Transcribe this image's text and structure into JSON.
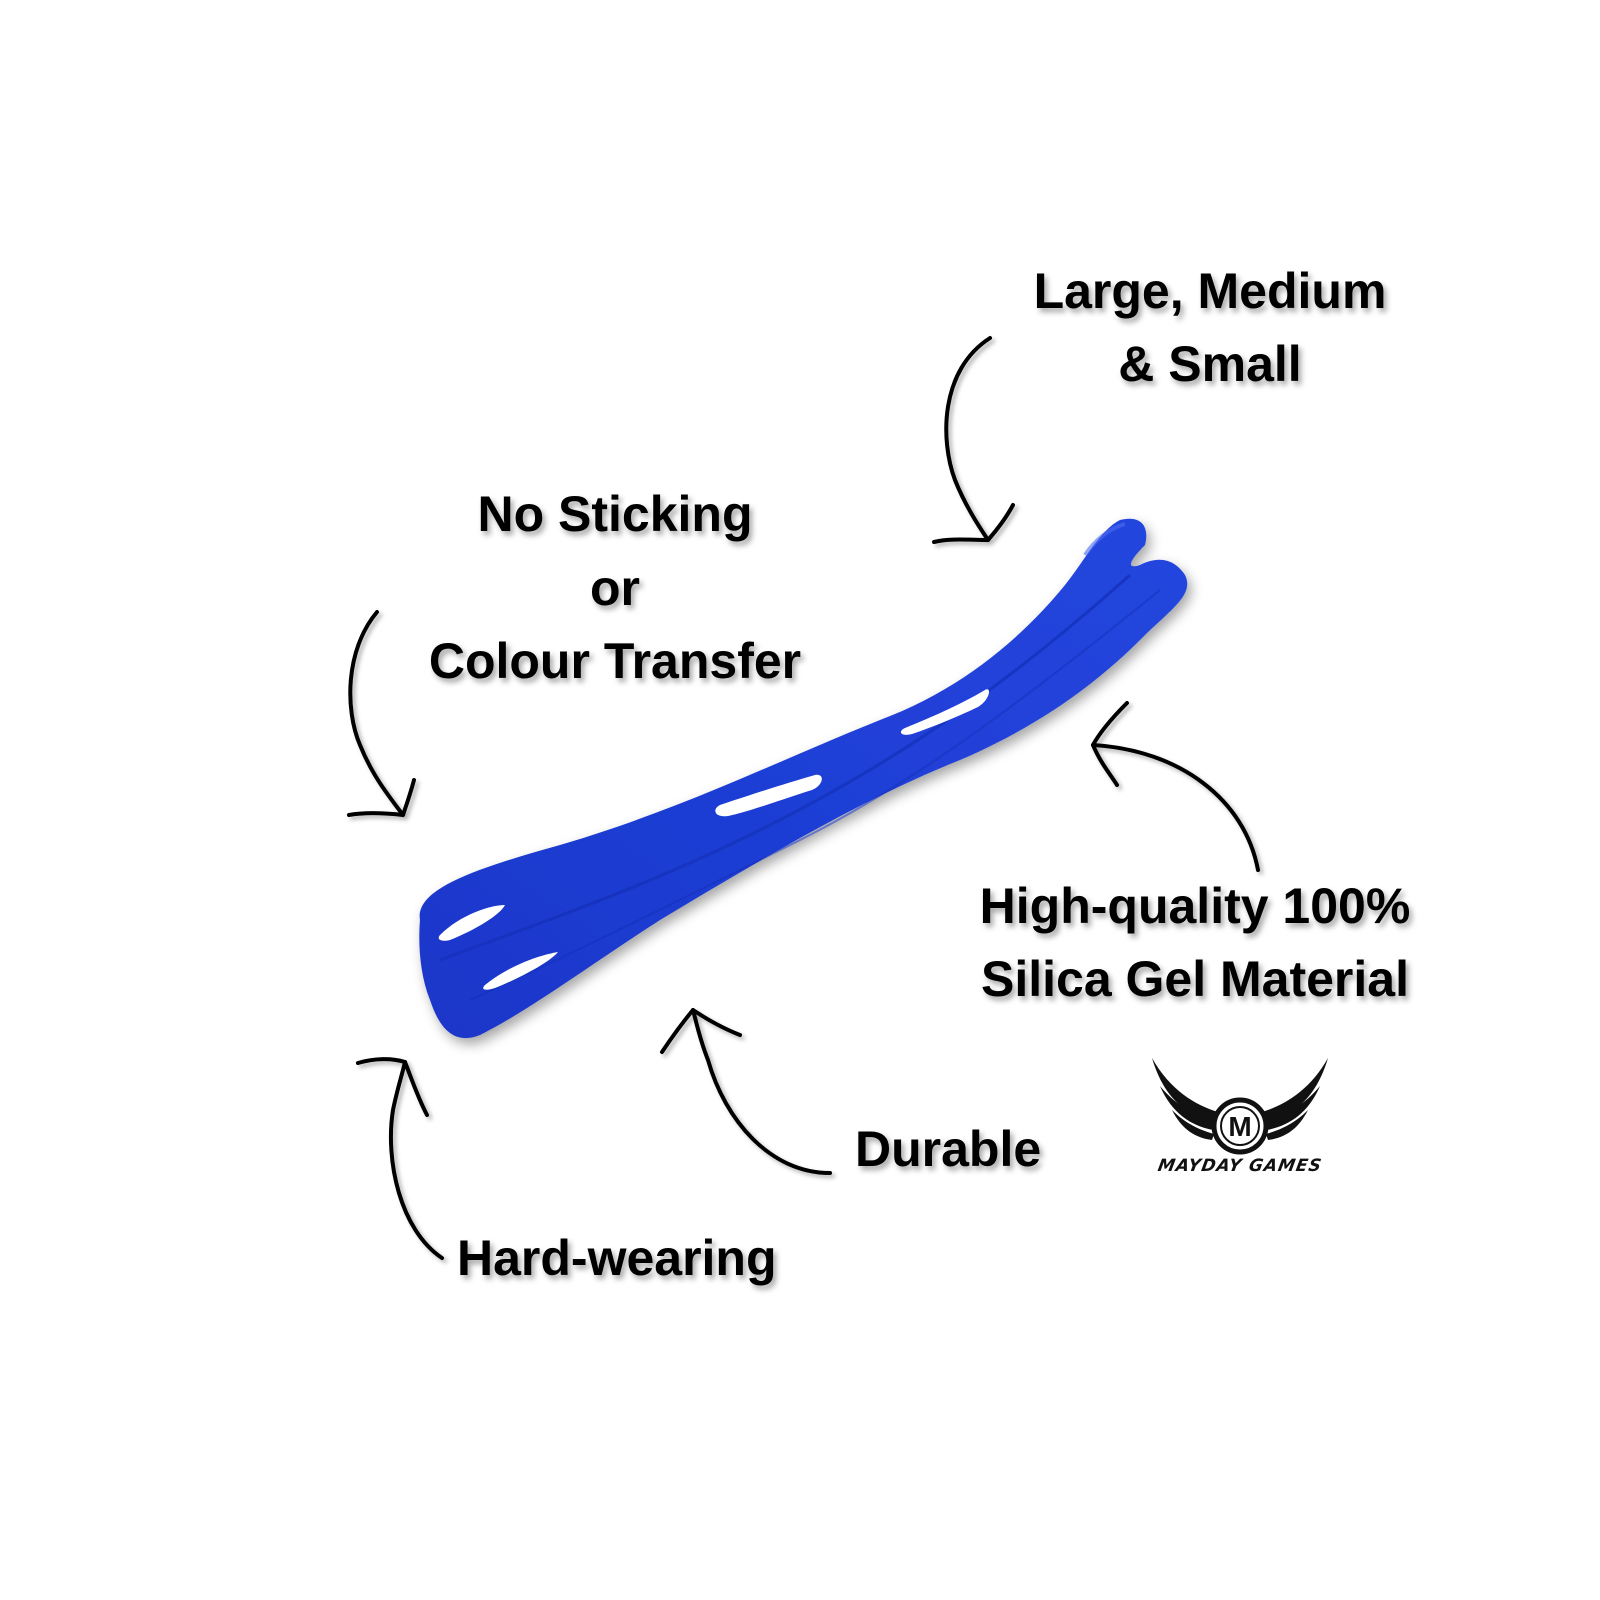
{
  "labels": {
    "sizes": [
      "Large, Medium",
      "& Small"
    ],
    "no_sticking": [
      "No Sticking",
      "or",
      "Colour Transfer"
    ],
    "material": [
      "High-quality 100%",
      "Silica Gel Material"
    ],
    "durable": "Durable",
    "hard_wearing": "Hard-wearing"
  },
  "brand": {
    "logo_letter": "M",
    "name": "MAYDAY GAMES"
  },
  "product": {
    "name": "silicone band",
    "color": "#1f3fd1",
    "color_dark": "#0e27a8",
    "color_light": "#3a5be6"
  }
}
